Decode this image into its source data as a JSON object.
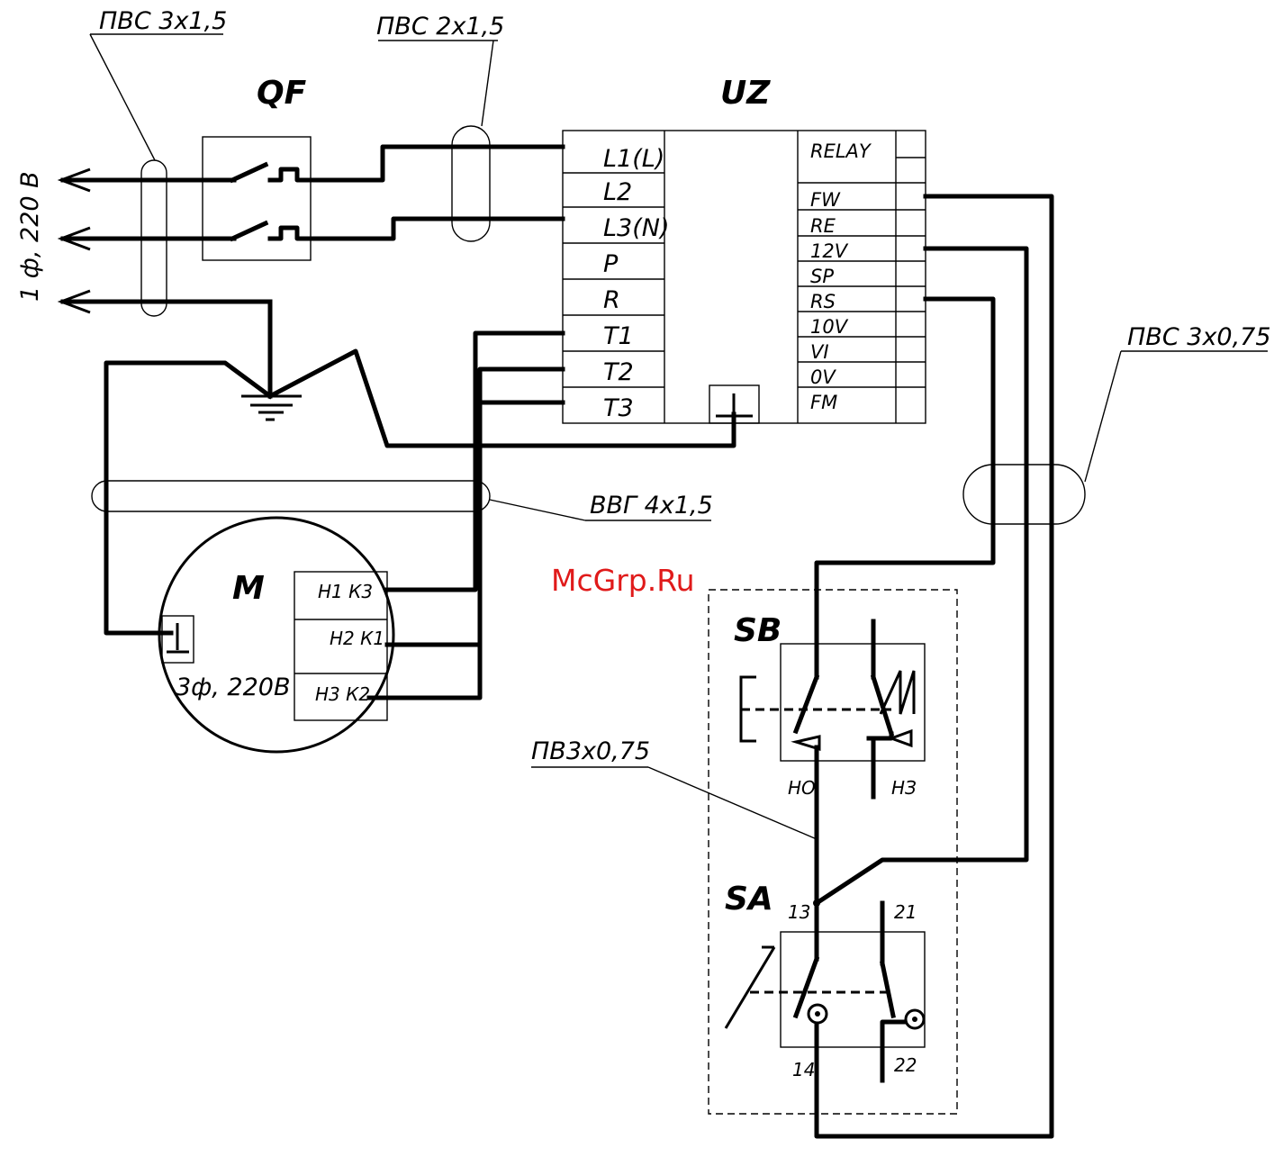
{
  "cables": {
    "input": "ПВС 3х1,5",
    "breaker_to_vfd": "ПВС 2х1,5",
    "motor": "ВВГ 4х1,5",
    "control": "ПВС 3х0,75",
    "local": "ПВ3х0,75"
  },
  "supply": "1 ф, 220 В",
  "breaker": {
    "label": "QF"
  },
  "vfd": {
    "label": "UZ",
    "left_terminals": [
      "L1(L)",
      "L2",
      "L3(N)",
      "P",
      "R",
      "T1",
      "T2",
      "T3"
    ],
    "right_terminals": [
      "RELAY",
      "FW",
      "RE",
      "12V",
      "SP",
      "RS",
      "10V",
      "VI",
      "0V",
      "FM"
    ]
  },
  "motor": {
    "label": "M",
    "rating": "3ф, 220В",
    "terminals": [
      "Н1 К3",
      "Н2 К1",
      "Н3 К2"
    ]
  },
  "button": {
    "label": "SB",
    "no": "НО",
    "nc": "НЗ"
  },
  "switch": {
    "label": "SA",
    "t13": "13",
    "t14": "14",
    "t21": "21",
    "t22": "22"
  },
  "watermark": "McGrp.Ru"
}
